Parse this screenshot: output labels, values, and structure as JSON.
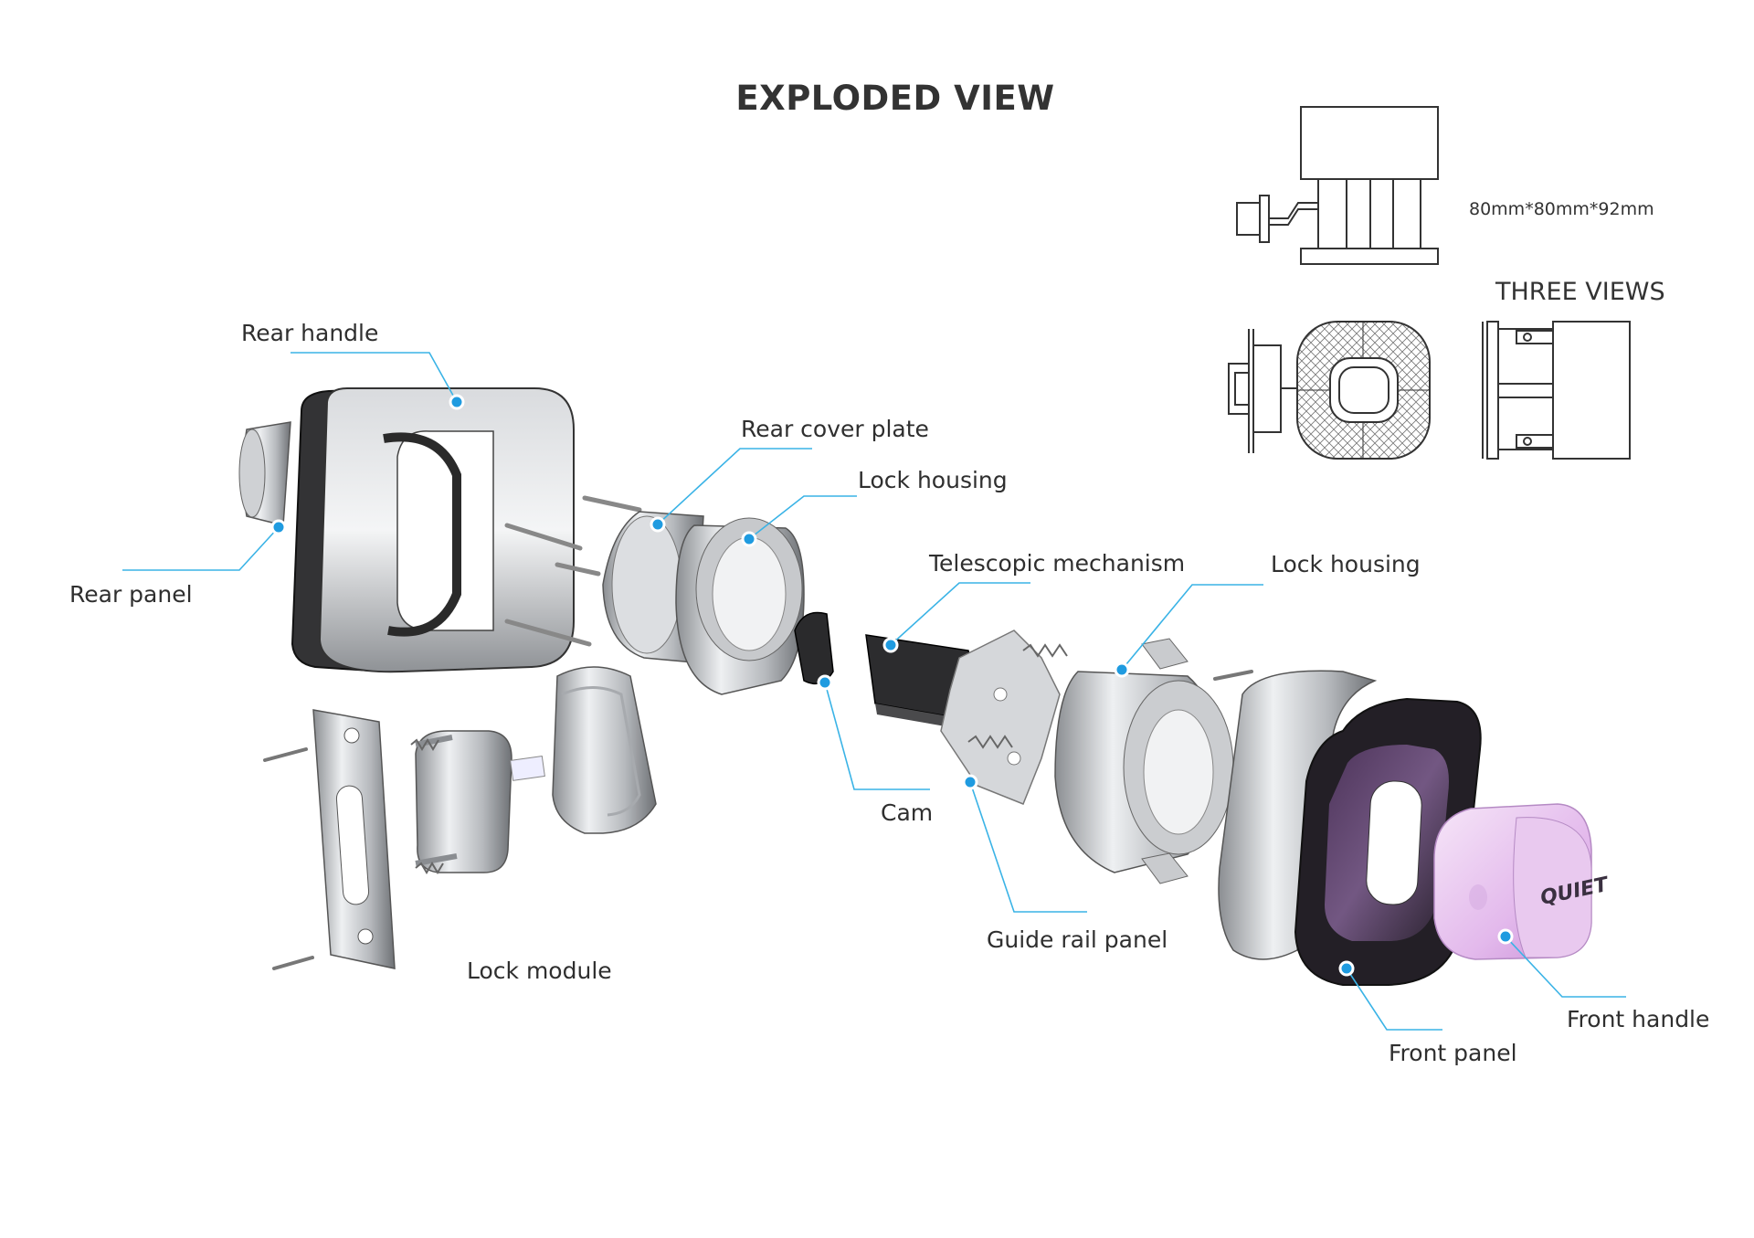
{
  "title": "EXPLODED VIEW",
  "three_views": {
    "heading": "THREE VIEWS",
    "dimensions": "80mm*80mm*92mm"
  },
  "callouts": {
    "rear_handle": "Rear handle",
    "rear_panel": "Rear panel",
    "rear_cover_plate": "Rear cover plate",
    "lock_housing_rear": "Lock housing",
    "telescopic_mechanism": "Telescopic mechanism",
    "lock_housing_front": "Lock housing",
    "cam": "Cam",
    "guide_rail_panel": "Guide rail panel",
    "lock_module": "Lock module",
    "front_panel": "Front panel",
    "front_handle": "Front handle"
  },
  "handle_marking": "QUIET",
  "colors": {
    "leader_line": "#3ab3e6",
    "callout_dot": "#1f9be0",
    "metal_light": "#e6e7e9",
    "metal_dark": "#6e7175",
    "black_part": "#2a2a2c",
    "front_handle_tint": "#e7c6ef"
  }
}
